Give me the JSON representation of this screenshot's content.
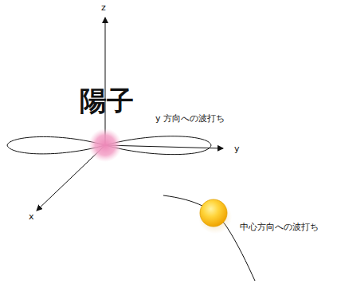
{
  "diagram": {
    "labels": [
      "z",
      "y",
      "x",
      "陽子",
      "y 方向への波打ち",
      "中心方向への波打ち"
    ]
  }
}
